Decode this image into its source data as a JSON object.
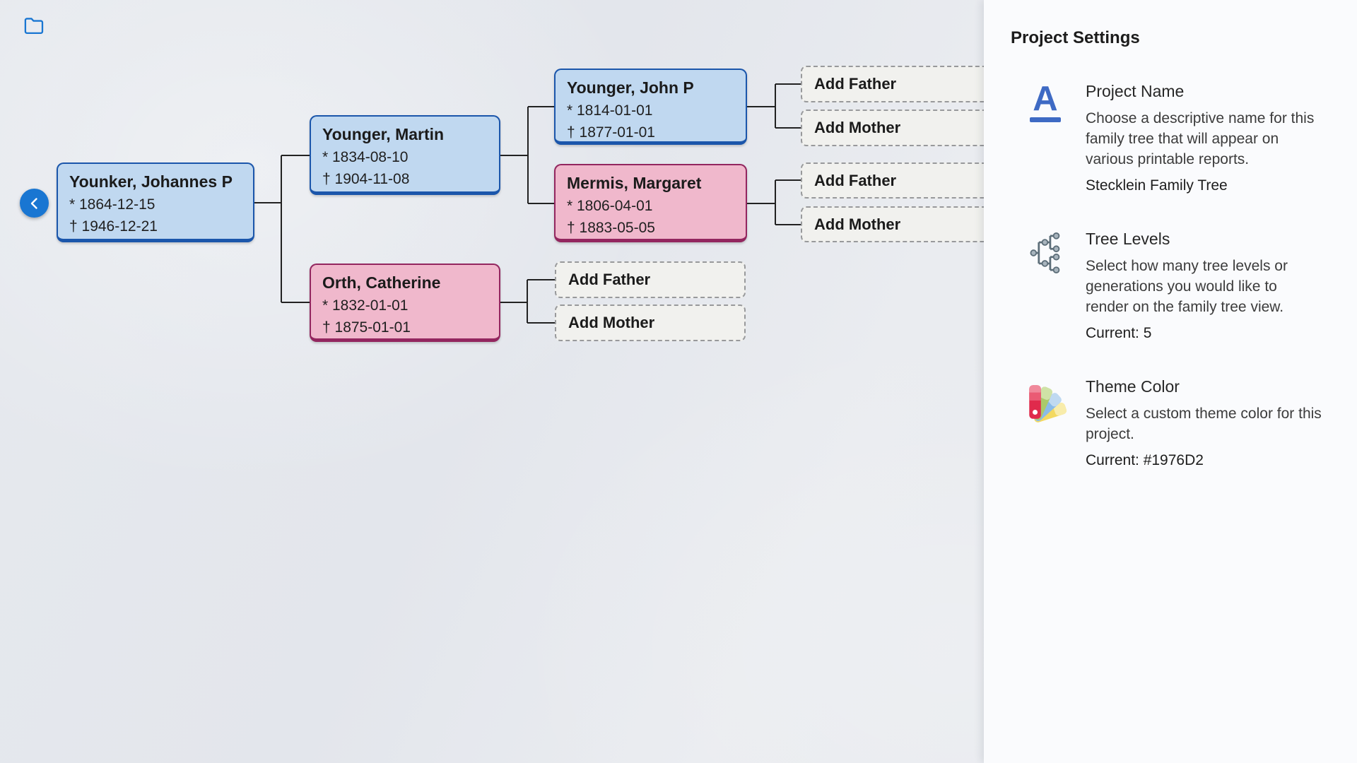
{
  "canvas": {
    "folder_button": {
      "icon": "folder-outline-icon"
    },
    "collapse_button": {
      "icon": "chevron-left-icon"
    },
    "persons": [
      {
        "name": "Younker, Johannes P",
        "birth": "* 1864-12-15",
        "death": "† 1946-12-21",
        "card_color": "male-blue"
      },
      {
        "name": "Younger, Martin",
        "birth": "* 1834-08-10",
        "death": "† 1904-11-08",
        "card_color": "male-blue"
      },
      {
        "name": "Orth, Catherine",
        "birth": "* 1832-01-01",
        "death": "† 1875-01-01",
        "card_color": "female-pink"
      },
      {
        "name": "Younger, John P",
        "birth": "* 1814-01-01",
        "death": "† 1877-01-01",
        "card_color": "male-blue"
      },
      {
        "name": "Mermis, Margaret",
        "birth": "* 1806-04-01",
        "death": "† 1883-05-05",
        "card_color": "female-pink"
      }
    ],
    "add_slots": [
      {
        "label": "Add Father"
      },
      {
        "label": "Add Mother"
      },
      {
        "label": "Add Father"
      },
      {
        "label": "Add Mother"
      },
      {
        "label": "Add Father"
      },
      {
        "label": "Add Mother"
      }
    ],
    "colors": {
      "male_card": "#c0d8f0",
      "male_border": "#1b56ab",
      "female_card": "#f0b8cc",
      "female_border": "#93265f",
      "connector": "#222222",
      "accent": "#1976D2"
    }
  },
  "sidebar": {
    "title": "Project Settings",
    "sections": [
      {
        "icon": "letter-a-underline-icon",
        "heading": "Project Name",
        "description": "Choose a descriptive name for this family tree that will appear on various printable reports.",
        "value": "Stecklein Family Tree"
      },
      {
        "icon": "tree-hierarchy-icon",
        "heading": "Tree Levels",
        "description": "Select how many tree levels or generations you would like to render on the family tree view.",
        "value": "Current: 5"
      },
      {
        "icon": "color-swatches-icon",
        "heading": "Theme Color",
        "description": "Select a custom theme color for this project.",
        "value": "Current: #1976D2"
      }
    ]
  }
}
